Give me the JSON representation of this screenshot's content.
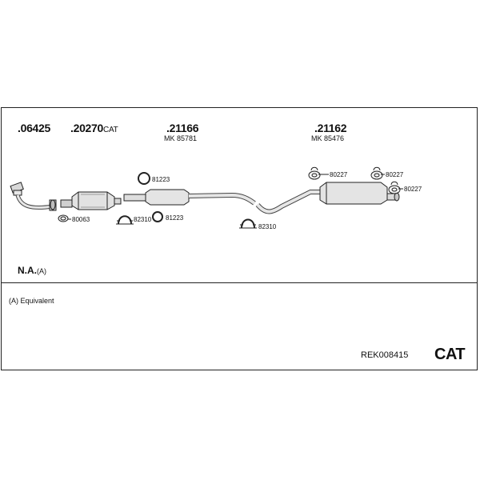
{
  "header": {
    "parts": [
      {
        "number": ".06425",
        "suffix": ""
      },
      {
        "number": ".20270",
        "suffix": "CAT"
      },
      {
        "number": ".21166",
        "sub": "MK 85781"
      },
      {
        "number": ".21162",
        "sub": "MK 85476"
      }
    ]
  },
  "callouts": {
    "c80063": "80063",
    "c81223a": "81223",
    "c82310a": "82310",
    "c81223b": "81223",
    "c82310b": "82310",
    "c80227a": "80227",
    "c80227b": "80227",
    "c80227c": "80227"
  },
  "notes": {
    "na_label": "N.A.",
    "na_suffix": "(A)",
    "equivalent": "(A) Equivalent"
  },
  "footer": {
    "code": "REK008415",
    "category": "CAT"
  }
}
